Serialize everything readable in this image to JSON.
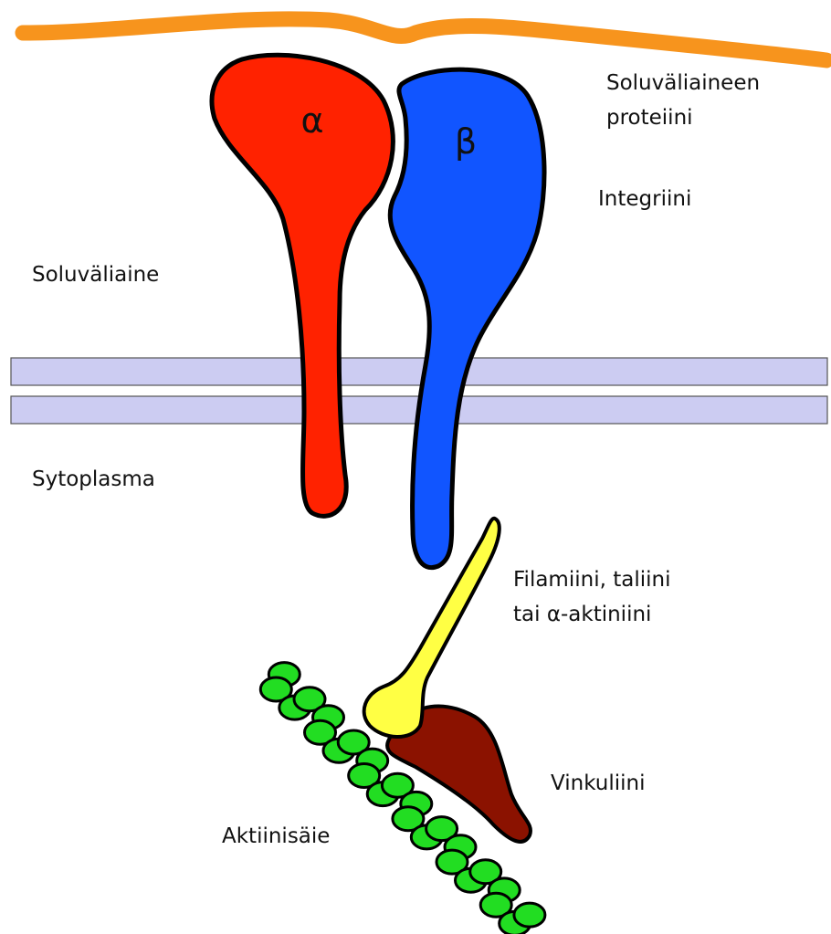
{
  "labels": {
    "ecm_protein_line1": "Soluväliaineen",
    "ecm_protein_line2": "proteiini",
    "integrin": "Integriini",
    "ecm": "Soluväliaine",
    "cytoplasm": "Sytoplasma",
    "adaptor_line1": "Filamiini, taliini",
    "adaptor_line2": "tai α-aktiniini",
    "vinculin": "Vinkuliini",
    "actin": "Aktiinisäie"
  },
  "subunits": {
    "alpha": "α",
    "beta": "β"
  },
  "colors": {
    "ecm_protein": "#f7941d",
    "alpha_subunit": "#ff2200",
    "beta_subunit": "#1155ff",
    "membrane": "#ccccf2",
    "adaptor": "#ffff44",
    "vinculin": "#8b1200",
    "actin": "#22dd22",
    "outline": "#000000"
  }
}
